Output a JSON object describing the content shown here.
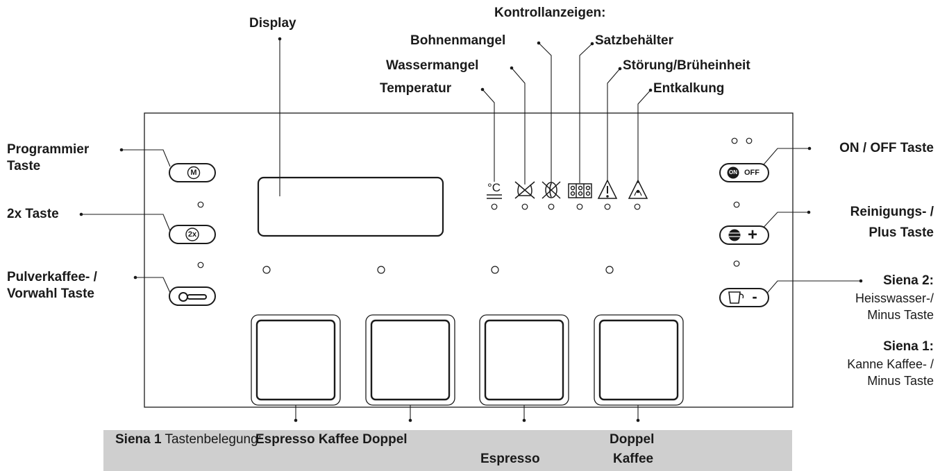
{
  "header": {
    "display": "Display",
    "kontrollanzeigen": "Kontrollanzeigen:"
  },
  "indicators": {
    "bohnenmangel": "Bohnenmangel",
    "satzbehaelter": "Satzbehälter",
    "wassermangel": "Wassermangel",
    "stoerung": "Störung/Brüheinheit",
    "temperatur": "Temperatur",
    "entkalkung": "Entkalkung",
    "icons": [
      "thermometer-icon",
      "water-empty-icon",
      "beans-empty-icon",
      "grounds-container-icon",
      "warning-icon",
      "descale-icon"
    ]
  },
  "left_buttons": {
    "programmier": "Programmier",
    "programmier_2": "Taste",
    "zweifach": "2x Taste",
    "pulver": "Pulverkaffee- /",
    "pulver_2": "Vorwahl Taste",
    "m_glyph": "M",
    "twox_glyph": "2x"
  },
  "right_buttons": {
    "onoff": "ON / OFF Taste",
    "reinigung": "Reinigungs- /",
    "reinigung_2": "Plus Taste",
    "siena2": "Siena 2:",
    "siena2_line1": "Heisswasser-/",
    "siena2_line2": "Minus Taste",
    "siena1": "Siena 1:",
    "siena1_line1": "Kanne Kaffee- /",
    "siena1_line2": "Minus Taste",
    "on_glyph": "ON",
    "off_glyph": "OFF",
    "plus_glyph": "+",
    "minus_glyph": "-"
  },
  "legend": {
    "siena1": "Siena 1",
    "tastenbelegung": "Tastenbelegung:",
    "espresso_kaffee_doppel": "Espresso Kaffee Doppel",
    "doppel": "Doppel",
    "espresso": "Espresso",
    "kaffee": "Kaffee"
  },
  "colors": {
    "stroke": "#1a1a1a",
    "legend_background": "#cfcfcf"
  }
}
